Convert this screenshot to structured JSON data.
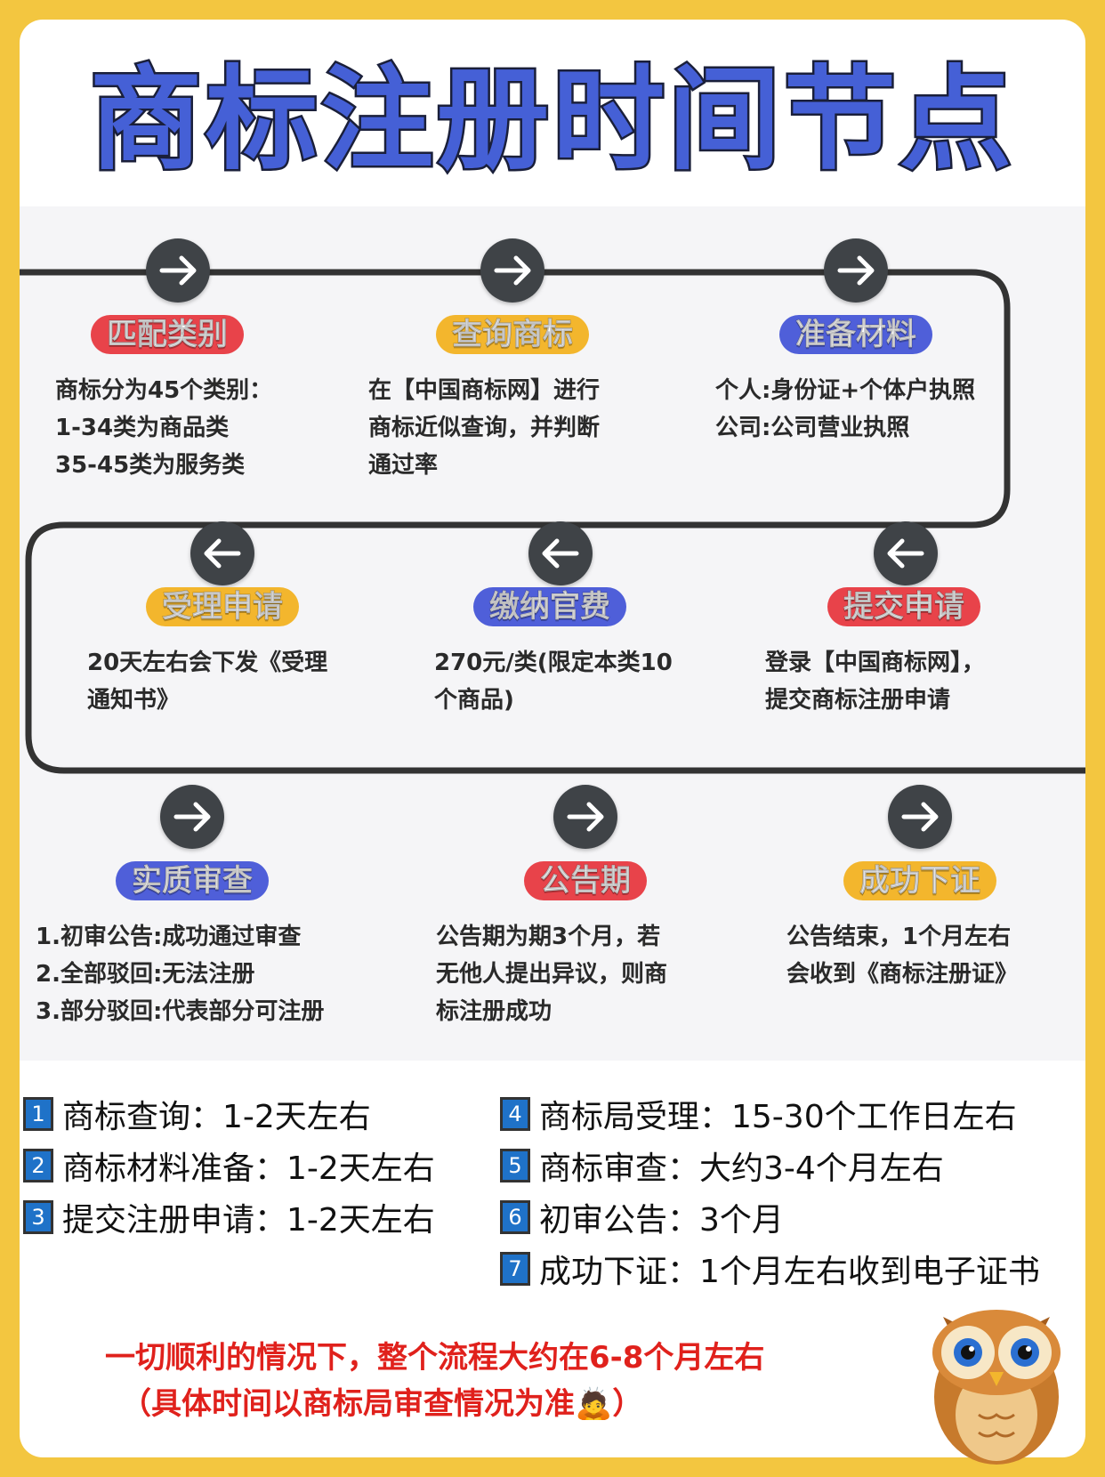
{
  "title": "商标注册时间节点",
  "steps": [
    {
      "label": "匹配类别",
      "color": "#e8434a",
      "desc": "商标分为45个类别：\n1-34类为商品类\n35-45类为服务类",
      "direction": "right"
    },
    {
      "label": "查询商标",
      "color": "#f3b62d",
      "desc": "在【中国商标网】进行\n商标近似查询，并判断\n通过率",
      "direction": "right"
    },
    {
      "label": "准备材料",
      "color": "#4f5fd9",
      "desc": "个人:身份证+个体户执照\n公司:公司营业执照",
      "direction": "right"
    },
    {
      "label": "提交申请",
      "color": "#e8434a",
      "desc": "登录【中国商标网】，\n提交商标注册申请",
      "direction": "left"
    },
    {
      "label": "缴纳官费",
      "color": "#4f5fd9",
      "desc": "270元/类(限定本类10\n个商品)",
      "direction": "left"
    },
    {
      "label": "受理申请",
      "color": "#f3b62d",
      "desc": "20天左右会下发《受理\n通知书》",
      "direction": "left"
    },
    {
      "label": "实质审查",
      "color": "#4f5fd9",
      "desc": "1.初审公告:成功通过审查\n2.全部驳回:无法注册\n3.部分驳回:代表部分可注册",
      "direction": "right"
    },
    {
      "label": "公告期",
      "color": "#e8434a",
      "desc": "公告期为期3个月，若\n无他人提出异议，则商\n标注册成功",
      "direction": "right"
    },
    {
      "label": "成功下证",
      "color": "#f3b62d",
      "desc": "公告结束，1个月左右\n会收到《商标注册证》",
      "direction": "right"
    }
  ],
  "summary": [
    {
      "num": "1",
      "text": "商标查询：1-2天左右"
    },
    {
      "num": "2",
      "text": "商标材料准备：1-2天左右"
    },
    {
      "num": "3",
      "text": "提交注册申请：1-2天左右"
    },
    {
      "num": "4",
      "text": "商标局受理：15-30个工作日左右"
    },
    {
      "num": "5",
      "text": "商标审查：大约3-4个月左右"
    },
    {
      "num": "6",
      "text": "初审公告：3个月"
    },
    {
      "num": "7",
      "text": "成功下证：1个月左右收到电子证书"
    }
  ],
  "note_line1": "一切顺利的情况下，整个流程大约在6-8个月左右",
  "note_line2": "（具体时间以商标局审查情况为准🙇）",
  "owl_icon": "owl-mascot-icon"
}
